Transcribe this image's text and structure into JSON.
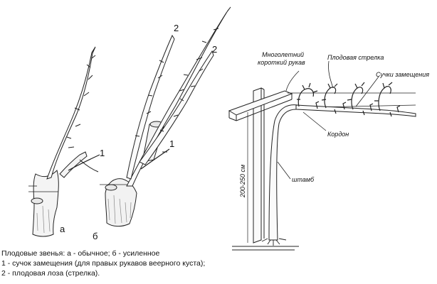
{
  "figure": {
    "left_panel": {
      "label_a": "а",
      "label_b": "б",
      "number_1a": "1",
      "number_1b": "1",
      "number_2a": "2",
      "number_2b": "2"
    },
    "right_panel": {
      "label_perennial_arm": [
        "Многолетний",
        "короткий рукав"
      ],
      "label_fruit_cane": "Плодовая стрелка",
      "label_renewal_spurs": "Сучки замещения",
      "label_cordon": "Кордон",
      "label_trunk": "штамб",
      "label_height": "200-250 см"
    }
  },
  "caption": {
    "line1": "Плодовые звенья: а - обычное; б - усиленное",
    "line2": "1 - сучок замещения (для правых рукавов веерного куста);",
    "line3": "2 - плодовая лоза (стрелка)."
  }
}
